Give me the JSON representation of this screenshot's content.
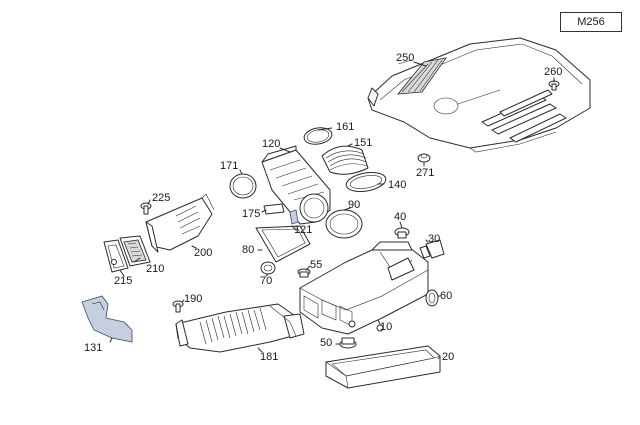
{
  "model_code": "M256",
  "parts": [
    {
      "id": "p250",
      "number": "250"
    },
    {
      "id": "p260",
      "number": "260"
    },
    {
      "id": "p161",
      "number": "161"
    },
    {
      "id": "p120",
      "number": "120"
    },
    {
      "id": "p151",
      "number": "151"
    },
    {
      "id": "p171",
      "number": "171"
    },
    {
      "id": "p271",
      "number": "271"
    },
    {
      "id": "p140",
      "number": "140"
    },
    {
      "id": "p225",
      "number": "225"
    },
    {
      "id": "p90",
      "number": "90"
    },
    {
      "id": "p175",
      "number": "175"
    },
    {
      "id": "p121",
      "number": "121"
    },
    {
      "id": "p40",
      "number": "40"
    },
    {
      "id": "p30",
      "number": "30"
    },
    {
      "id": "p80",
      "number": "80"
    },
    {
      "id": "p200",
      "number": "200"
    },
    {
      "id": "p55",
      "number": "55"
    },
    {
      "id": "p210",
      "number": "210"
    },
    {
      "id": "p70",
      "number": "70"
    },
    {
      "id": "p215",
      "number": "215"
    },
    {
      "id": "p60",
      "number": "60"
    },
    {
      "id": "p190",
      "number": "190"
    },
    {
      "id": "p10",
      "number": "10"
    },
    {
      "id": "p131",
      "number": "131"
    },
    {
      "id": "p50",
      "number": "50"
    },
    {
      "id": "p181",
      "number": "181"
    },
    {
      "id": "p20",
      "number": "20"
    }
  ]
}
